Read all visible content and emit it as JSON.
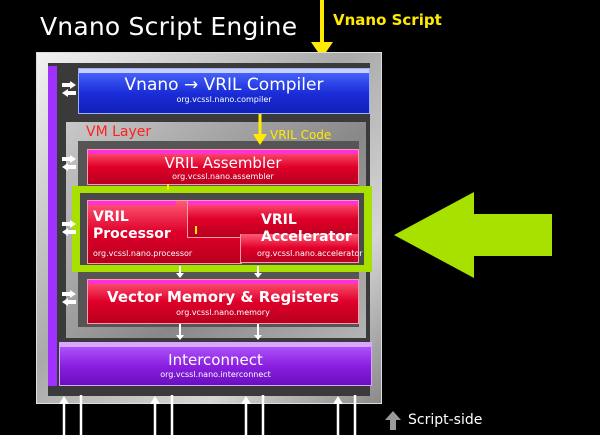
{
  "title": "Vnano Script Engine",
  "input_label": "Vnano Script",
  "vm_layer_label": "VM Layer",
  "vril_code_label": "VRIL Code",
  "compiler": {
    "title": "Vnano → VRIL  Compiler",
    "package": "org.vcssl.nano.compiler"
  },
  "assembler": {
    "title": "VRIL Assembler",
    "package": "org.vcssl.nano.assembler"
  },
  "processor": {
    "title_line1": "VRIL",
    "title_line2": "Processor",
    "package": "org.vcssl.nano.processor"
  },
  "accelerator": {
    "title_line1": "VRIL",
    "title_line2": "Accelerator",
    "package": "org.vcssl.nano.accelerator"
  },
  "memory": {
    "title": "Vector Memory & Registers",
    "package": "org.vcssl.nano.memory"
  },
  "interconnect": {
    "title": "Interconnect",
    "package": "org.vcssl.nano.interconnect"
  },
  "script_side_label": "Script-side",
  "colors": {
    "compiler": "#1a2dd8",
    "vm_components": "#e0002a",
    "interconnect": "#8a1ee0",
    "highlight": "#a8e000",
    "input_arrow": "#ffea00"
  }
}
